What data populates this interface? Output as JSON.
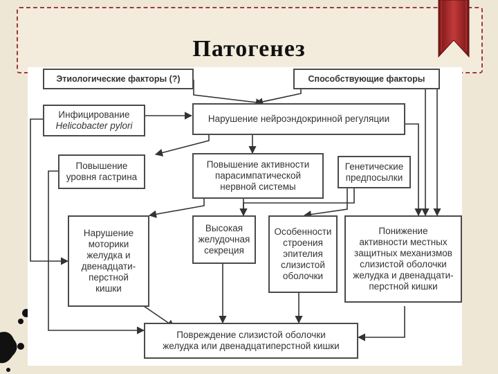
{
  "slide": {
    "title": "Патогенез"
  },
  "diagram": {
    "nodes": {
      "etiology": "Этиологические факторы (?)",
      "contributing": "Способствующие факторы",
      "helicobacter_line1": "Инфицирование",
      "helicobacter_line2": "Helicobacter pylori",
      "neuroendocrine": "Нарушение нейроэндокринной регуляции",
      "gastrin": "Повышение\nуровня гастрина",
      "parasympathetic": "Повышение активности\nпарасимпатической\nнервной системы",
      "genetic": "Генетические\nпредпосылки",
      "motility": "Нарушение\nмоторики\nжелудка и\nдвенадцати-\nперстной\nкишки",
      "secretion": "Высокая\nжелудочная\nсекреция",
      "epithelium": "Особенности\nстроения\nэпителия\nслизистой\nоболочки",
      "protective": "Понижение\nактивности местных\nзащитных механизмов\nслизистой оболочки\nжелудка и двенадцати-\nперстной кишки",
      "damage": "Повреждение слизистой оболочки\nжелудка или двенадцатиперстной кишки"
    }
  }
}
